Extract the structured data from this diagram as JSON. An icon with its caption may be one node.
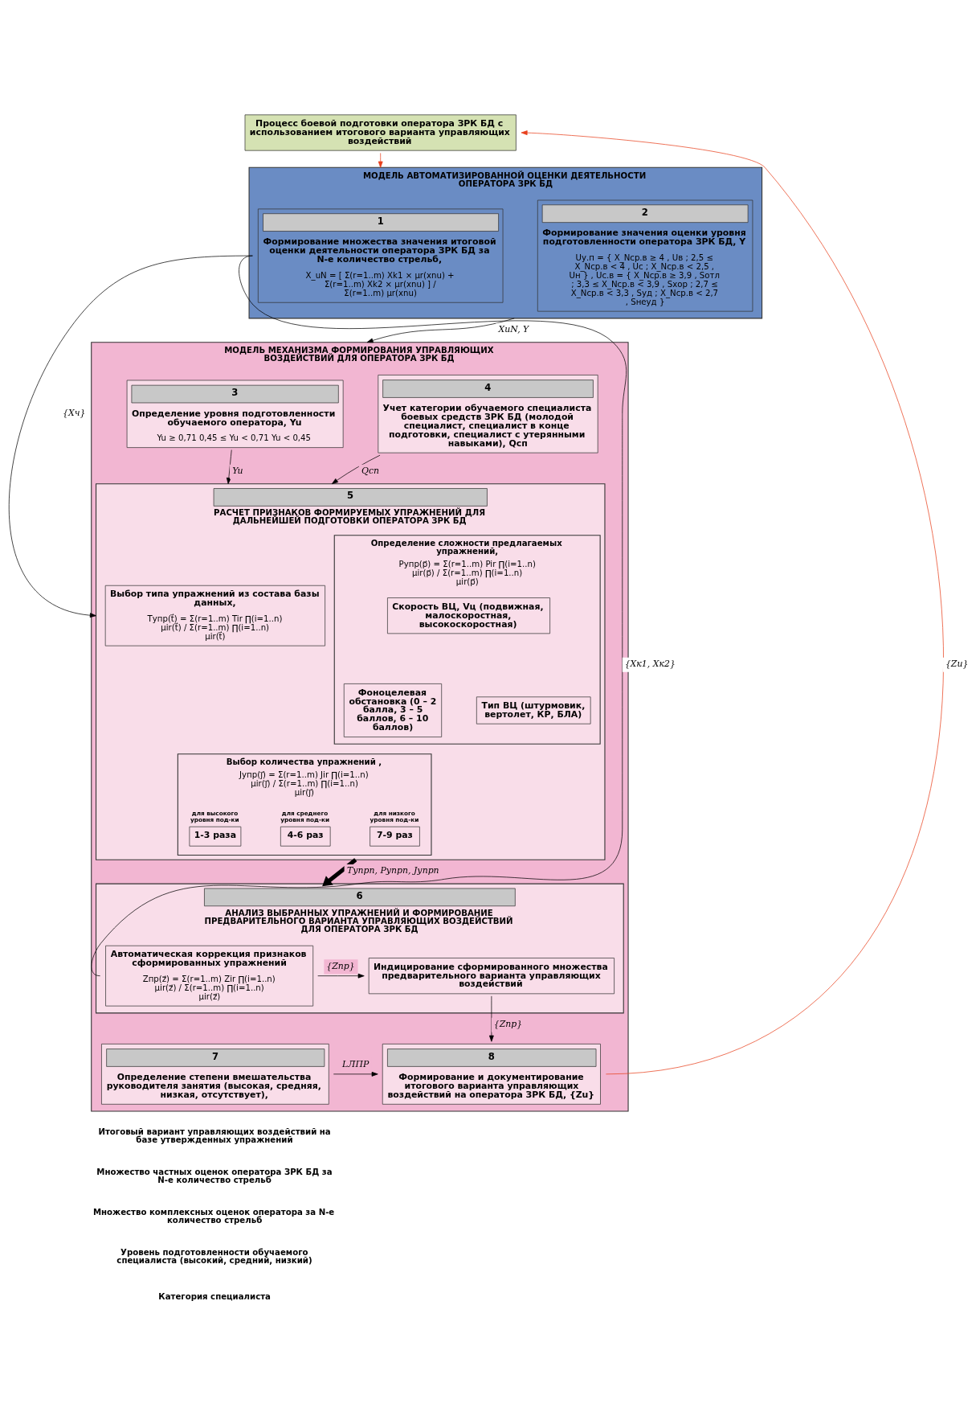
{
  "diagram": {
    "nodes": [
      {
        "text": [
          "Процесс боевой подготовки оператора ЗРК БД с использованием итогового варианта управляющих воздействий"
        ]
      },
      {
        "text": [
          "МОДЕЛЬ АВТОМАТИЗИРОВАННОЙ ОЦЕНКИ ДЕЯТЕЛЬНОСТИ ОПЕРАТОРА ЗРК БД"
        ]
      },
      {
        "text": [
          "1",
          "Формирование множества значения итоговой оценки деятельности оператора ЗРК БД за N-е количество стрельб,",
          "X_uN = [ Σ(r=1..m) Xk1 × μr(xnu) + Σ(r=1..m) Xk2 × μr(xnu) ] / Σ(r=1..m) μr(xnu)"
        ],
        "in": 1
      },
      {
        "text": [
          "2",
          "Формирование значения оценки уровня подготовленности оператора ЗРК БД, Y",
          "Uу.п = { X_Nср.в ≥ 4 , Uв ; 2,5 ≤ X_Nср.в < 4 , Uс ; X_Nср.в < 2,5 , Uн } , Uс.в = { X_Nср.в ≥ 3,9 , Sотл ; 3,3 ≤ X_Nср.в < 3,9 , Sхор ; 2,7 ≤ X_Nср.в < 3,3 , Sуд ; X_Nср.в < 2,7 , Sнеуд }"
        ],
        "in": 1
      },
      {
        "text": [
          "МОДЕЛЬ МЕХАНИЗМА ФОРМИРОВАНИЯ УПРАВЛЯЮЩИХ ВОЗДЕЙСТВИЙ ДЛЯ ОПЕРАТОРА ЗРК БД"
        ]
      },
      {
        "text": [
          "3",
          "Определение уровня подготовленности обучаемого оператора, Yu",
          "Yu ≥ 0,71 0,45 ≤ Yu < 0,71 Yu < 0,45"
        ],
        "in": 4
      },
      {
        "text": [
          "4",
          "Учет категории обучаемого специалиста боевых средств ЗРК БД (молодой специалист, специалист в конце подготовки, специалист с утерянными навыками), Qсп"
        ],
        "in": 4
      },
      {
        "text": [
          "5",
          "РАСЧЕТ ПРИЗНАКОВ ФОРМИРУЕМЫХ УПРАЖНЕНИЙ ДЛЯ ДАЛЬНЕЙШЕЙ ПОДГОТОВКИ ОПЕРАТОРА ЗРК БД"
        ],
        "in": 4
      },
      {
        "text": [
          "Выбор типа упражнений из состава базы данных,",
          "Tупр(t⃗) = Σ(r=1..m) Tir ∏(i=1..n) μir(t⃗) / Σ(r=1..m) ∏(i=1..n) μir(t⃗)"
        ],
        "in": 7
      },
      {
        "text": [
          "Определение сложности предлагаемых упражнений,",
          "Pупр(p⃗) = Σ(r=1..m) Pir ∏(i=1..n) μir(p⃗) / Σ(r=1..m) ∏(i=1..n) μir(p⃗)"
        ],
        "in": 7
      },
      {
        "text": [
          "Скорость ВЦ, Vц (подвижная, малоскоростная, высокоскоростная)"
        ],
        "in": 9
      },
      {
        "text": [
          "Фоноцелевая обстановка (0 – 2 балла, 3 – 5 баллов, 6 – 10 баллов)"
        ],
        "in": 9
      },
      {
        "text": [
          "Тип ВЦ (штурмовик, вертолет, КР, БЛА)"
        ],
        "in": 9
      },
      {
        "text": [
          "Выбор количества упражнений ,",
          "Jупр(j⃗) = Σ(r=1..m) Jir ∏(i=1..n) μir(j⃗) / Σ(r=1..m) ∏(i=1..n) μir(j⃗)"
        ],
        "in": 7
      },
      {
        "text": [
          "1-3 раза"
        ],
        "beside": [
          "для высокого уровня под-ки"
        ],
        "in": 13
      },
      {
        "text": [
          "4-6 раз"
        ],
        "beside": [
          "для среднего уровня под-ки"
        ],
        "in": 13
      },
      {
        "text": [
          "7-9 раз"
        ],
        "beside": [
          "для низкого уровня под-ки"
        ],
        "in": 13
      },
      {
        "text": [
          "6",
          "АНАЛИЗ ВЫБРАННЫХ УПРАЖНЕНИЙ И ФОРМИРОВАНИЕ ПРЕДВАРИТЕЛЬНОГО ВАРИАНТА УПРАВЛЯЮЩИХ ВОЗДЕЙСТВИЙ ДЛЯ ОПЕРАТОРА ЗРК БД"
        ],
        "in": 4
      },
      {
        "text": [
          "Автоматическая коррекция признаков сформированных упражнений",
          "Zпр(z⃗) = Σ(r=1..m) Zir ∏(i=1..n) μir(z⃗) / Σ(r=1..m) ∏(i=1..n) μir(z⃗)"
        ],
        "in": 17
      },
      {
        "text": [
          "Индицирование сформированного множества предварительного варианта управляющих воздействий"
        ],
        "in": 17
      },
      {
        "text": [
          "7",
          "Определение степени вмешательства руководителя занятия (высокая, средняя, низкая, отсутствует),"
        ],
        "in": 4
      },
      {
        "text": [
          "8",
          "Формирование и документирование итогового варианта управляющих воздействий на оператора ЗРК БД, {Zu}"
        ],
        "in": 4
      }
    ],
    "edges": [
      {
        "from": 0,
        "to": 1,
        "arrow": "to",
        "color": "#e8401c"
      },
      {
        "from": 21,
        "to": 0,
        "arrow": "to",
        "label": "{Zu}",
        "color": "#e8401c"
      },
      {
        "from": 2,
        "to": 7,
        "arrow": "to",
        "label": "{Xч}"
      },
      {
        "from": 2,
        "to": 18,
        "arrow": "none",
        "label": "{Xк1, Xк2}"
      },
      {
        "from": 1,
        "to": 4,
        "arrow": "to",
        "label": "XuN, Y"
      },
      {
        "from": 5,
        "to": 7,
        "arrow": "to",
        "label": "Yu"
      },
      {
        "from": 6,
        "to": 7,
        "arrow": "to",
        "label": "Qсп"
      },
      {
        "from": 7,
        "to": 17,
        "arrow": "to",
        "label": "Tупрn, Pупрn, Jупрn",
        "style": "thick"
      },
      {
        "from": 18,
        "to": 19,
        "arrow": "to",
        "label": "{Zпр}"
      },
      {
        "from": 19,
        "to": 21,
        "arrow": "to",
        "label": "{Zпр}"
      },
      {
        "from": 20,
        "to": 21,
        "arrow": "to",
        "label": "LЛПР"
      }
    ],
    "labels": [
      "Итоговый вариант управляющих воздействий на базе утвержденных упражнений",
      "Множество частных оценок оператора ЗРК БД за N-е количество стрельб",
      "Множество комплексных оценок оператора за N-е количество стрельб",
      "Уровень подготовленности обучаемого специалиста (высокий, средний, низкий)",
      "Категория специалиста"
    ]
  }
}
